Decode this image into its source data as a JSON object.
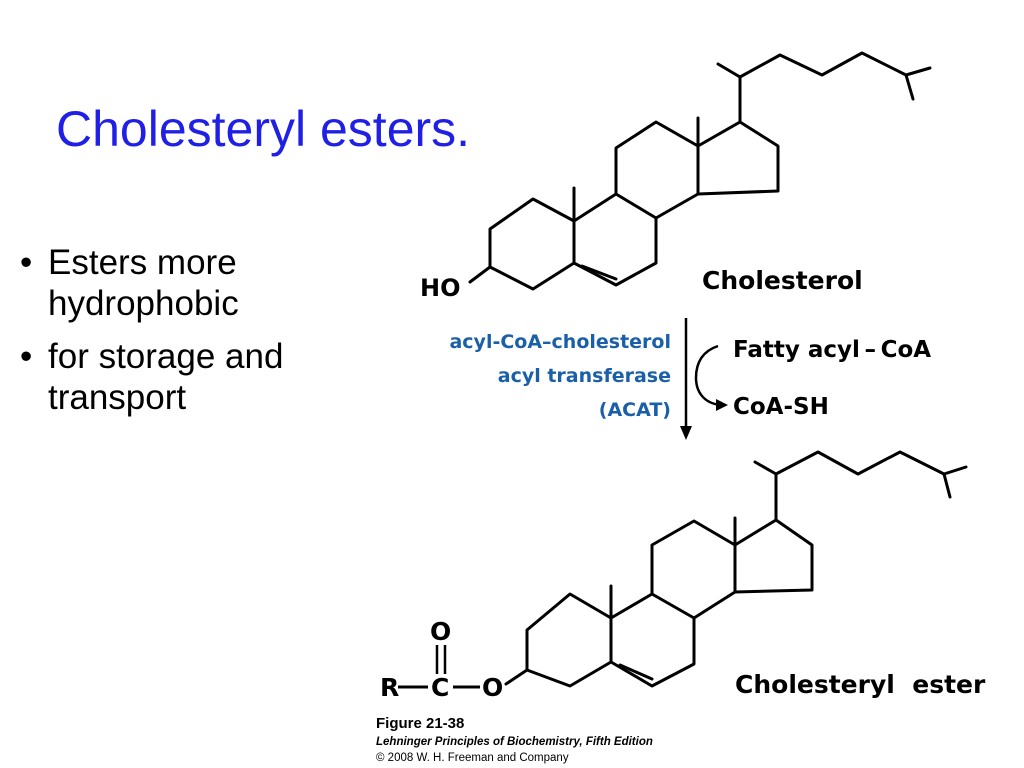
{
  "slide": {
    "title": "Cholesteryl esters.",
    "bullets": [
      "Esters more hydrophobic",
      "for storage and transport"
    ]
  },
  "figure": {
    "reactant": {
      "name": "Cholesterol",
      "hydroxyl": "HO"
    },
    "enzyme": {
      "line1": "acyl-CoA–cholesterol",
      "line2": "acyl transferase",
      "line3": "(ACAT)",
      "color": "#1a5fa8"
    },
    "cosubstrate_in": "Fatty acyl – CoA",
    "cosubstrate_out": "CoA-SH",
    "product": {
      "name": "Cholesteryl  ester",
      "ester_r": "R",
      "ester_c": "C",
      "ester_o_single": "O",
      "ester_o_double": "O"
    },
    "caption": {
      "figure_number": "Figure 21-38",
      "book": "Lehninger Principles of Biochemistry, Fifth Edition",
      "copyright": "© 2008 W. H. Freeman and Company"
    }
  },
  "colors": {
    "title": "#1f1fe6",
    "enzyme_text": "#1a5fa8",
    "structure": "#000000"
  }
}
